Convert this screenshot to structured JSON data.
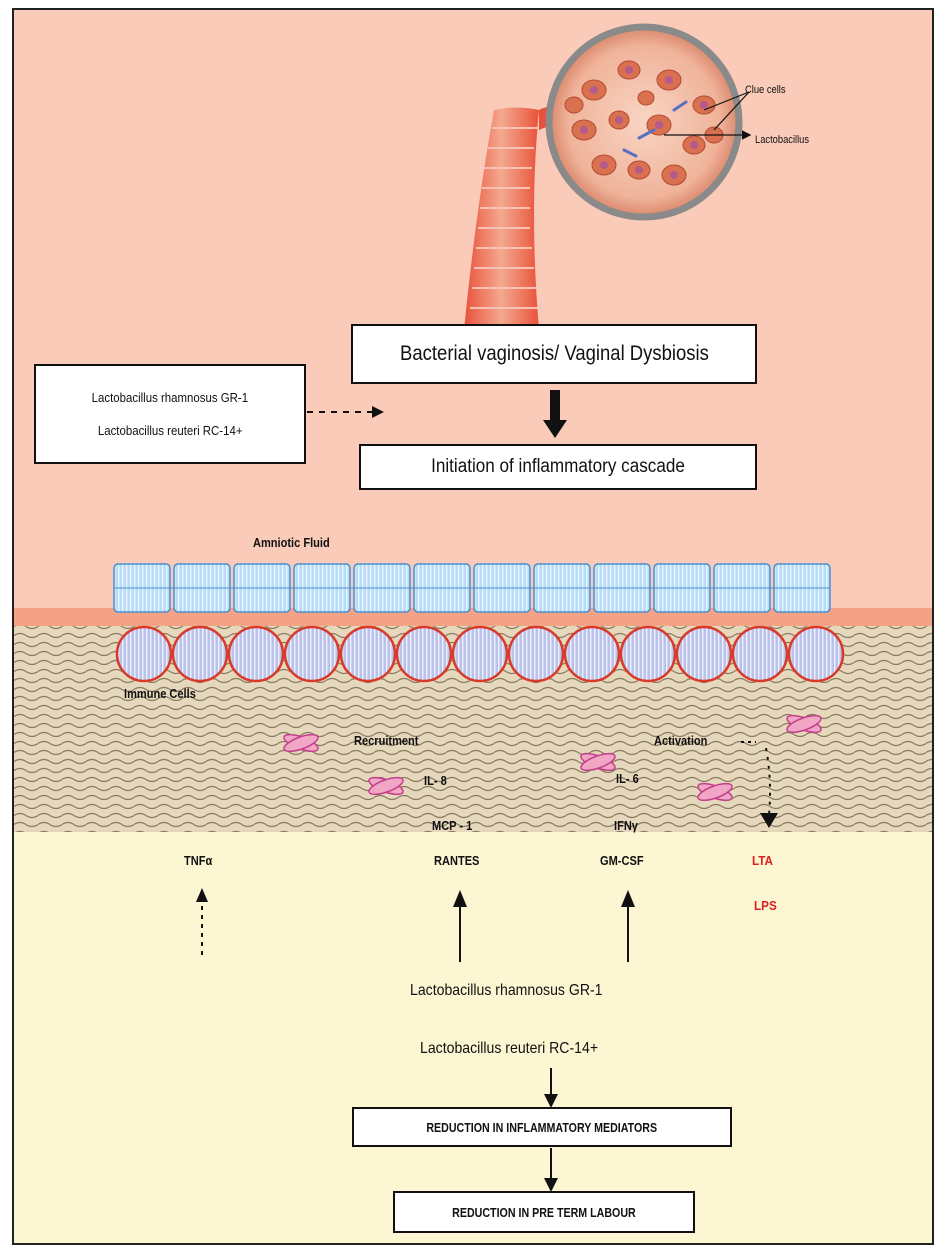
{
  "labels": {
    "clue_cells": "Clue cells",
    "lactobacillus": "Lactobacillus",
    "bv_box": "Bacterial vaginosis/ Vaginal Dysbiosis",
    "cascade_box": "Initiation of inflammatory cascade",
    "probiotic_box_1": "Lactobacillus rhamnosus GR-1",
    "probiotic_box_2": "Lactobacillus reuteri RC-14+",
    "amniotic_fluid": "Amniotic Fluid",
    "immune_cells": "Immune Cells",
    "recruitment": "Recruitment",
    "activation": "Activation",
    "il8": "IL- 8",
    "mcp1": "MCP - 1",
    "il6": "IL- 6",
    "ifng": "IFNγ",
    "tnfa": "TNFα",
    "rantes": "RANTES",
    "gmcsf": "GM-CSF",
    "lta": "LTA",
    "lps": "LPS",
    "bottom_probiotic_1": "Lactobacillus rhamnosus GR-1",
    "bottom_probiotic_2": "Lactobacillus reuteri RC-14+",
    "reduction_mediators": "REDUCTION IN INFLAMMATORY MEDIATORS",
    "reduction_labour": "REDUCTION IN PRE TERM LABOUR"
  },
  "colors": {
    "upper_bg": "#f9cbb8",
    "membrane_band": "#f4a285",
    "tissue_bg": "#e3d3b6",
    "lower_bg": "#fcf6d2",
    "accent_red": "#e02020",
    "cell_blue": "#a9d4f2"
  }
}
